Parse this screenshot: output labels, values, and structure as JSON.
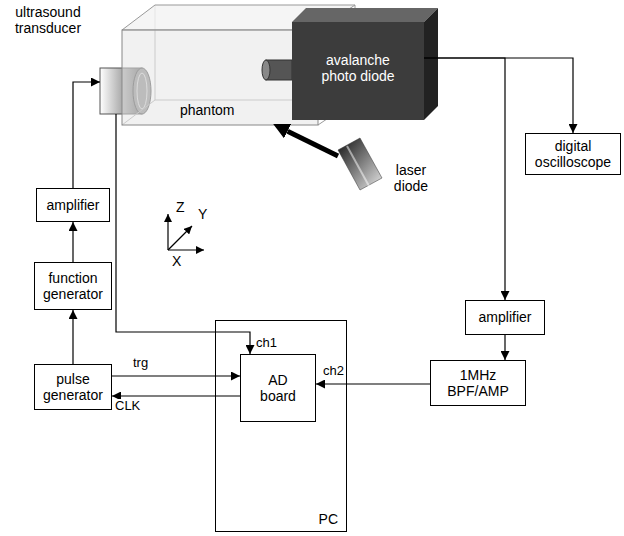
{
  "diagram": {
    "nodes": [
      {
        "text": [
          "ultrasound transducer"
        ]
      },
      {
        "text": [
          "phantom"
        ]
      },
      {
        "text": [
          "avalanche photo diode"
        ]
      },
      {
        "text": [
          "laser diode"
        ]
      },
      {
        "text": [
          "digital oscilloscope"
        ]
      },
      {
        "text": [
          "amplifier"
        ]
      },
      {
        "text": [
          "function generator"
        ]
      },
      {
        "text": [
          "pulse generator"
        ]
      },
      {
        "text": [
          "PC"
        ]
      },
      {
        "text": [
          "AD board"
        ],
        "in": 8
      },
      {
        "text": [
          "amplifier"
        ]
      },
      {
        "text": [
          "1MHz BPF/AMP"
        ]
      }
    ],
    "edges": [
      {
        "from": 5,
        "to": 0,
        "arrow": "to"
      },
      {
        "from": 6,
        "to": 5,
        "arrow": "to"
      },
      {
        "from": 7,
        "to": 6,
        "arrow": "to"
      },
      {
        "from": 7,
        "to": 9,
        "arrow": "to"
      },
      {
        "from": 9,
        "to": 7,
        "arrow": "to"
      },
      {
        "from": 0,
        "to": 9,
        "arrow": "to"
      },
      {
        "from": 2,
        "to": 4,
        "arrow": "to"
      },
      {
        "from": 2,
        "to": 10,
        "arrow": "to"
      },
      {
        "from": 10,
        "to": 11,
        "arrow": "to"
      },
      {
        "from": 11,
        "to": 9,
        "arrow": "to"
      },
      {
        "from": 3,
        "to": 1,
        "arrow": "to"
      }
    ],
    "labels": [
      "Z",
      "Y",
      "X",
      "trg",
      "CLK",
      "ch1",
      "ch2"
    ]
  }
}
